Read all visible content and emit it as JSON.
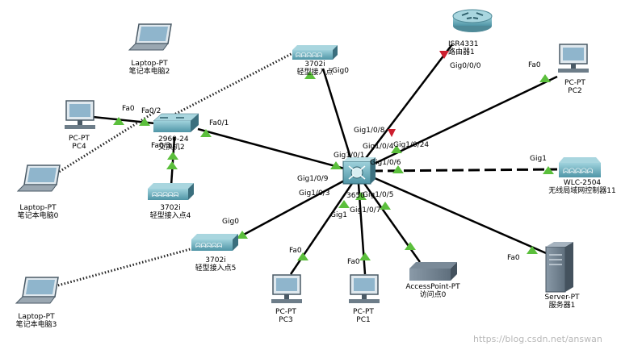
{
  "devices": {
    "router": {
      "model": "ISR4331",
      "name": "路由器1"
    },
    "pc2": {
      "model": "PC-PT",
      "name": "PC2"
    },
    "ap_top": {
      "model": "3702i",
      "name": "轻型接入点"
    },
    "laptop2": {
      "model": "Laptop-PT",
      "name": "笔记本电脑2"
    },
    "pc4": {
      "model": "PC-PT",
      "name": "PC4"
    },
    "switch2": {
      "model": "2960-24",
      "name": "交换机2"
    },
    "laptop0": {
      "model": "Laptop-PT",
      "name": "笔记本电脑0"
    },
    "ap4": {
      "model": "3702i",
      "name": "轻型接入点4"
    },
    "ap5": {
      "model": "3702i",
      "name": "轻型接入点5"
    },
    "laptop3": {
      "model": "Laptop-PT",
      "name": "笔记本电脑3"
    },
    "core": {
      "model": "3650",
      "name": ""
    },
    "wlc": {
      "model": "WLC-2504",
      "name": "无线局域网控制器11"
    },
    "pc3": {
      "model": "PC-PT",
      "name": "PC3"
    },
    "pc1": {
      "model": "PC-PT",
      "name": "PC1"
    },
    "ap0": {
      "model": "AccessPoint-PT",
      "name": "访问点0"
    },
    "server": {
      "model": "Server-PT",
      "name": "服务器1"
    }
  },
  "ports": {
    "router_g000": "Gig0/0/0",
    "pc2_fa0": "Fa0",
    "ap_top_gig0": "Gig0",
    "sw2_fa02": "Fa0/2",
    "sw2_fa01": "Fa0/1",
    "sw2_fa03": "Fa0/3",
    "pc4_fa0": "Fa0",
    "core_g108": "Gig1/0/8",
    "core_g104": "Gig1/0/4",
    "core_g1024": "Gig1/0/24",
    "core_g101": "Gig1/0/1",
    "core_g106": "Gig1/0/6",
    "core_g109": "Gig1/0/9",
    "core_g103": "Gig1/0/3",
    "core_g105": "Gig1/0/5",
    "core_g107": "Gig1/0/7",
    "wlc_gig1": "Gig1",
    "ap5_gig0": "Gig0",
    "ap4_gig1": "Gig1",
    "pc3_fa0": "Fa0",
    "pc1_fa0": "Fa0",
    "server_fa0": "Fa0"
  },
  "watermark": "https://blog.csdn.net/answan",
  "colors": {
    "link": "#000000",
    "up": "#5bbf3c",
    "down": "#cc1e2e",
    "device_teal": "#5ea3b2",
    "device_dark": "#3b6f7e"
  }
}
